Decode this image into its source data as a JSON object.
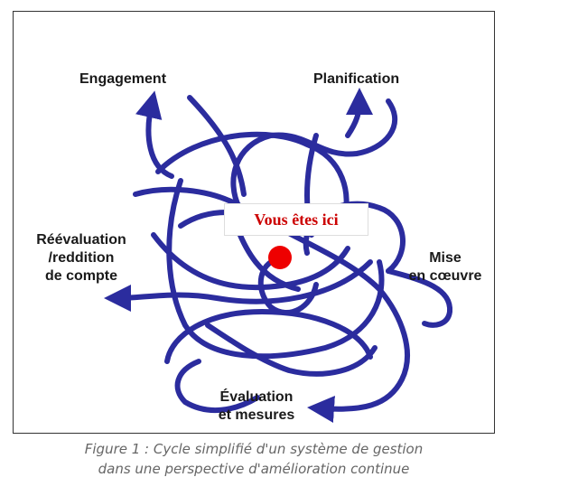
{
  "labels": {
    "engagement": "Engagement",
    "planification": "Planification",
    "reevaluation_1": "Réévaluation",
    "reevaluation_2": "/reddition",
    "reevaluation_3": "de compte",
    "mise_1": "Mise",
    "mise_2": "en cœuvre",
    "evaluation_1": "Évaluation",
    "evaluation_2": "et mesures"
  },
  "callout": "Vous êtes ici",
  "caption_line1": "Figure 1 : Cycle simplifié d'un système de gestion",
  "caption_line2": "dans une perspective d'amélioration continue",
  "colors": {
    "scribble": "#2b2c9e",
    "marker": "#ee0000",
    "callout_text": "#cc0000"
  }
}
